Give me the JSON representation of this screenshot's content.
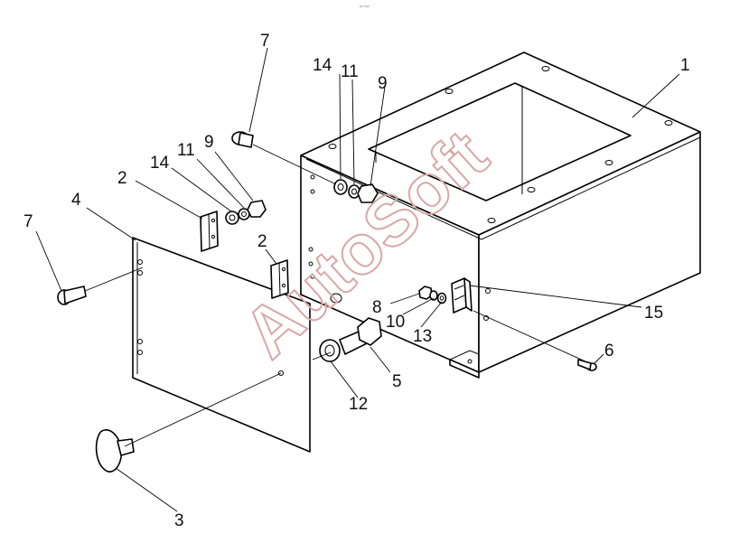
{
  "top_mark": "ᵃᵖ ᵇᵘᵉ",
  "watermark": "AutoSoft",
  "callouts": {
    "n1": "1",
    "n2a": "2",
    "n2b": "2",
    "n3": "3",
    "n4": "4",
    "n5": "5",
    "n6": "6",
    "n7a": "7",
    "n7b": "7",
    "n8": "8",
    "n9a": "9",
    "n9b": "9",
    "n10": "10",
    "n11a": "11",
    "n11b": "11",
    "n12": "12",
    "n13": "13",
    "n14a": "14",
    "n14b": "14",
    "n15": "15"
  }
}
